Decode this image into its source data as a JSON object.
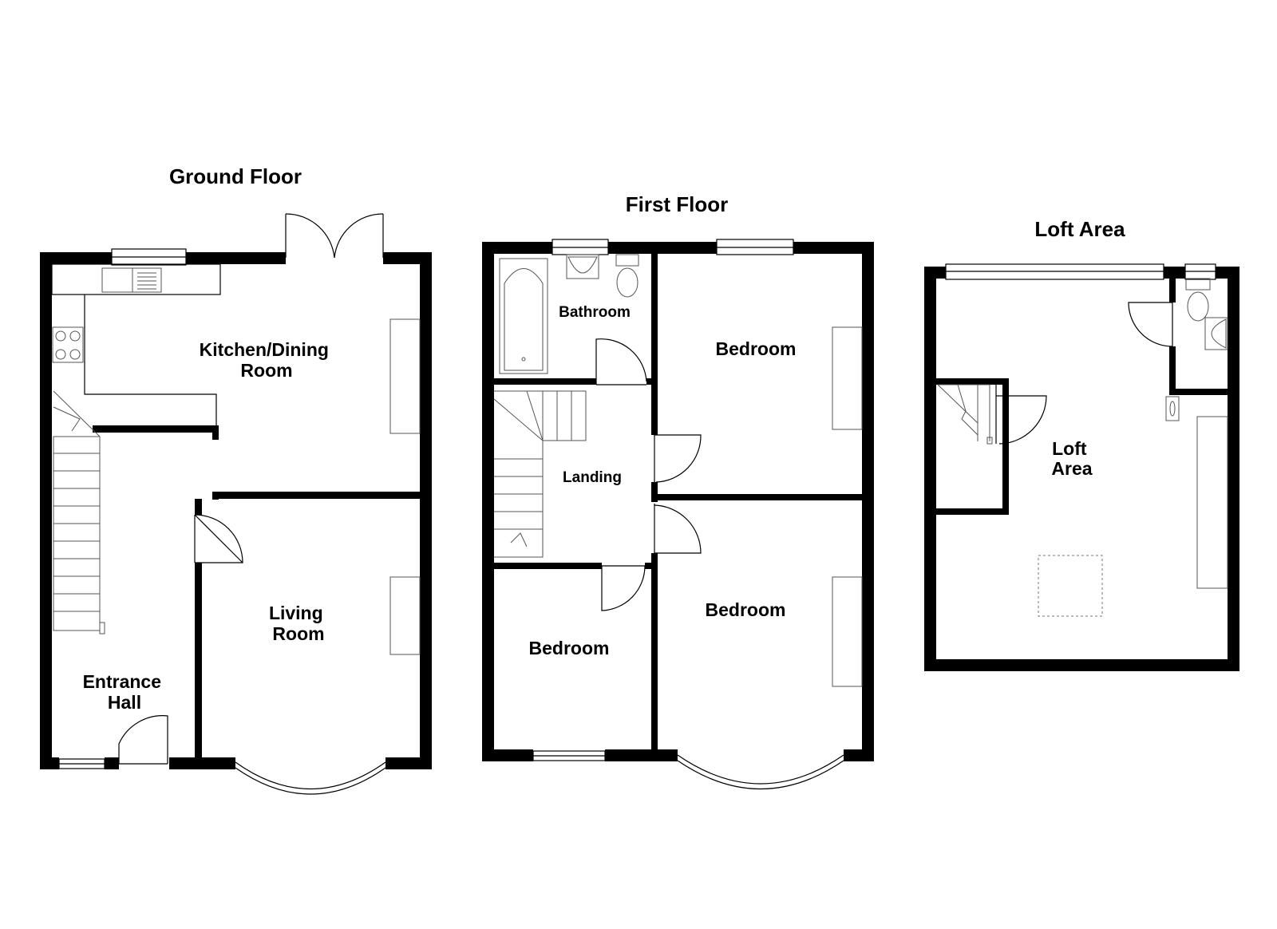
{
  "floors": {
    "ground": {
      "title": "Ground Floor",
      "rooms": {
        "kitchen_dining": [
          "Kitchen/Dining",
          "Room"
        ],
        "living_room": [
          "Living",
          "Room"
        ],
        "entrance_hall": [
          "Entrance",
          "Hall"
        ]
      }
    },
    "first": {
      "title": "First Floor",
      "rooms": {
        "bathroom": "Bathroom",
        "bedroom_rear": "Bedroom",
        "landing": "Landing",
        "bedroom_small": "Bedroom",
        "bedroom_front": "Bedroom"
      }
    },
    "loft": {
      "title": "Loft Area",
      "rooms": {
        "loft_area": [
          "Loft",
          "Area"
        ]
      }
    }
  },
  "colors": {
    "wall": "#000000",
    "fixture": "#555555",
    "background": "#ffffff"
  }
}
